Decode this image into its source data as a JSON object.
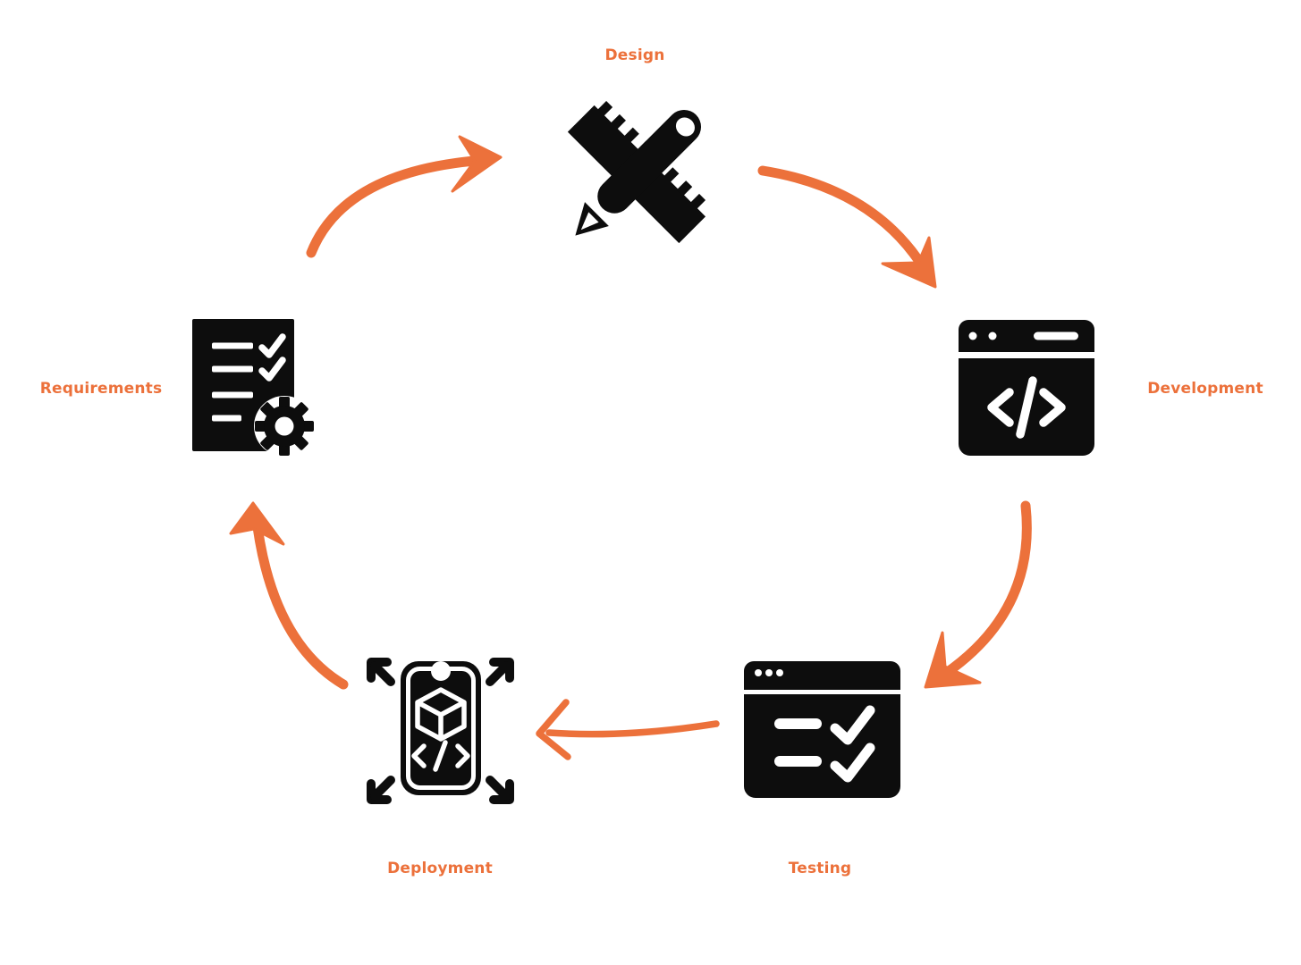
{
  "colors": {
    "accent": "#EC713B",
    "icon": "#0D0D0D",
    "bg": "#FFFFFF"
  },
  "diagram": {
    "type": "cycle",
    "title": "",
    "nodes": [
      {
        "id": "design",
        "label": "Design",
        "icon": "pencil-ruler-icon",
        "position": "top"
      },
      {
        "id": "development",
        "label": "Development",
        "icon": "code-window-icon",
        "position": "right"
      },
      {
        "id": "testing",
        "label": "Testing",
        "icon": "checklist-window-icon",
        "position": "bottom-right"
      },
      {
        "id": "deployment",
        "label": "Deployment",
        "icon": "mobile-deploy-icon",
        "position": "bottom-left"
      },
      {
        "id": "requirements",
        "label": "Requirements",
        "icon": "document-gear-icon",
        "position": "left"
      }
    ],
    "edges": [
      {
        "from": "requirements",
        "to": "design"
      },
      {
        "from": "design",
        "to": "development"
      },
      {
        "from": "development",
        "to": "testing"
      },
      {
        "from": "testing",
        "to": "deployment"
      },
      {
        "from": "deployment",
        "to": "requirements"
      }
    ]
  }
}
